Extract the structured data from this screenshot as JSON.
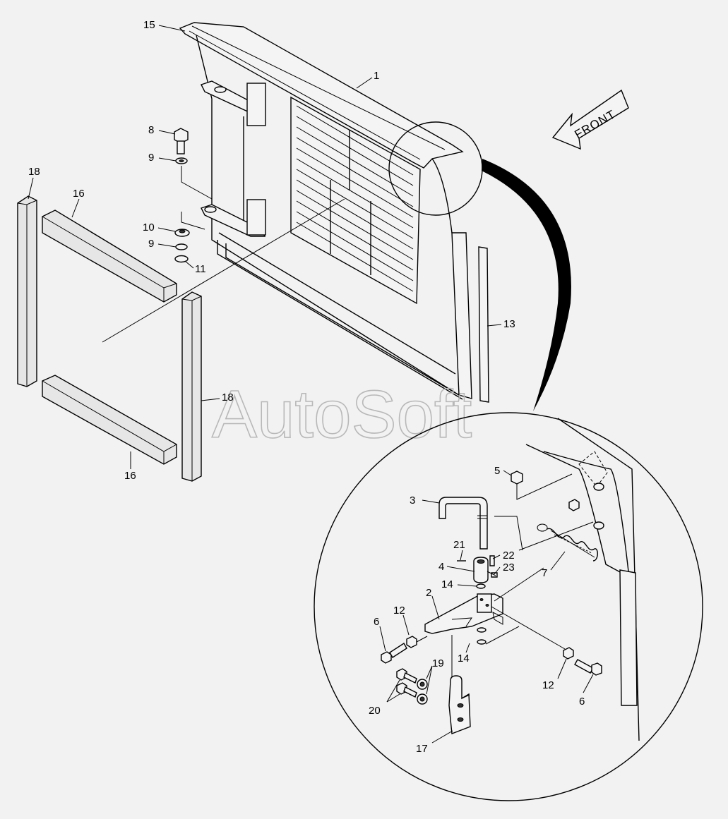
{
  "watermark": "AutoSoft",
  "direction_label": "FRONT",
  "callouts": [
    {
      "id": "c15",
      "text": "15"
    },
    {
      "id": "c1",
      "text": "1"
    },
    {
      "id": "c8",
      "text": "8"
    },
    {
      "id": "c9a",
      "text": "9"
    },
    {
      "id": "c18a",
      "text": "18"
    },
    {
      "id": "c16a",
      "text": "16"
    },
    {
      "id": "c10",
      "text": "10"
    },
    {
      "id": "c9b",
      "text": "9"
    },
    {
      "id": "c11",
      "text": "11"
    },
    {
      "id": "c13",
      "text": "13"
    },
    {
      "id": "c18b",
      "text": "18"
    },
    {
      "id": "c16b",
      "text": "16"
    },
    {
      "id": "c5",
      "text": "5"
    },
    {
      "id": "c3",
      "text": "3"
    },
    {
      "id": "c21",
      "text": "21"
    },
    {
      "id": "c22",
      "text": "22"
    },
    {
      "id": "c23",
      "text": "23"
    },
    {
      "id": "c4",
      "text": "4"
    },
    {
      "id": "c7",
      "text": "7"
    },
    {
      "id": "c14a",
      "text": "14"
    },
    {
      "id": "c2",
      "text": "2"
    },
    {
      "id": "c12a",
      "text": "12"
    },
    {
      "id": "c6a",
      "text": "6"
    },
    {
      "id": "c14b",
      "text": "14"
    },
    {
      "id": "c19",
      "text": "19"
    },
    {
      "id": "c20",
      "text": "20"
    },
    {
      "id": "c12b",
      "text": "12"
    },
    {
      "id": "c6b",
      "text": "6"
    },
    {
      "id": "c17",
      "text": "17"
    }
  ]
}
